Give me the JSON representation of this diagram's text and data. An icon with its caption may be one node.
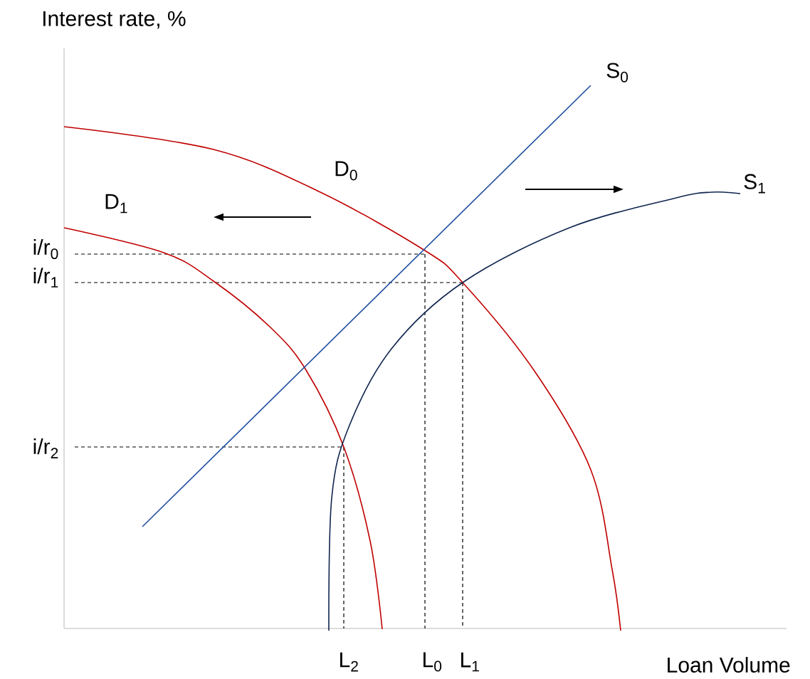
{
  "diagram": {
    "labels": [
      "Interest rate, %",
      "S$_{0}$",
      "D$_{0}$",
      "S$_{1}$",
      "D$_{1}$",
      "i/r$_{0}$",
      "i/r$_{1}$",
      "i/r$_{2}$",
      "L$_{2}$",
      "L$_{0}$",
      "L$_{1}$",
      "Loan Volume"
    ]
  }
}
